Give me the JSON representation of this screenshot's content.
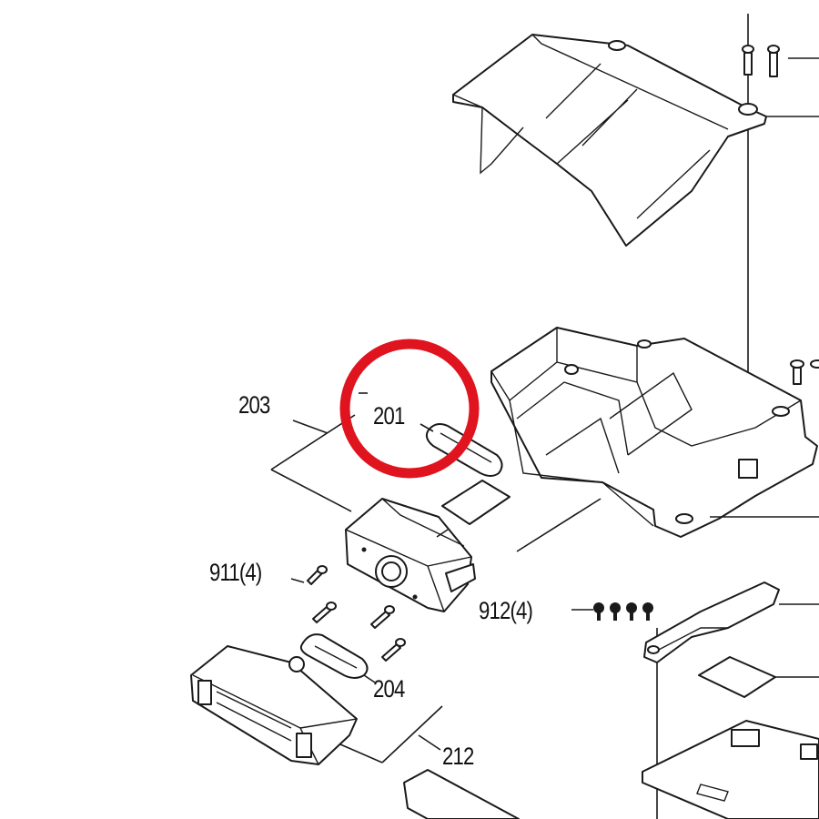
{
  "labels": {
    "l203": "203",
    "l201": "201",
    "l911": "911(4)",
    "l912": "912(4)",
    "l204": "204",
    "l212": "212"
  },
  "highlight": {
    "color": "#e0141e",
    "target": "201"
  }
}
